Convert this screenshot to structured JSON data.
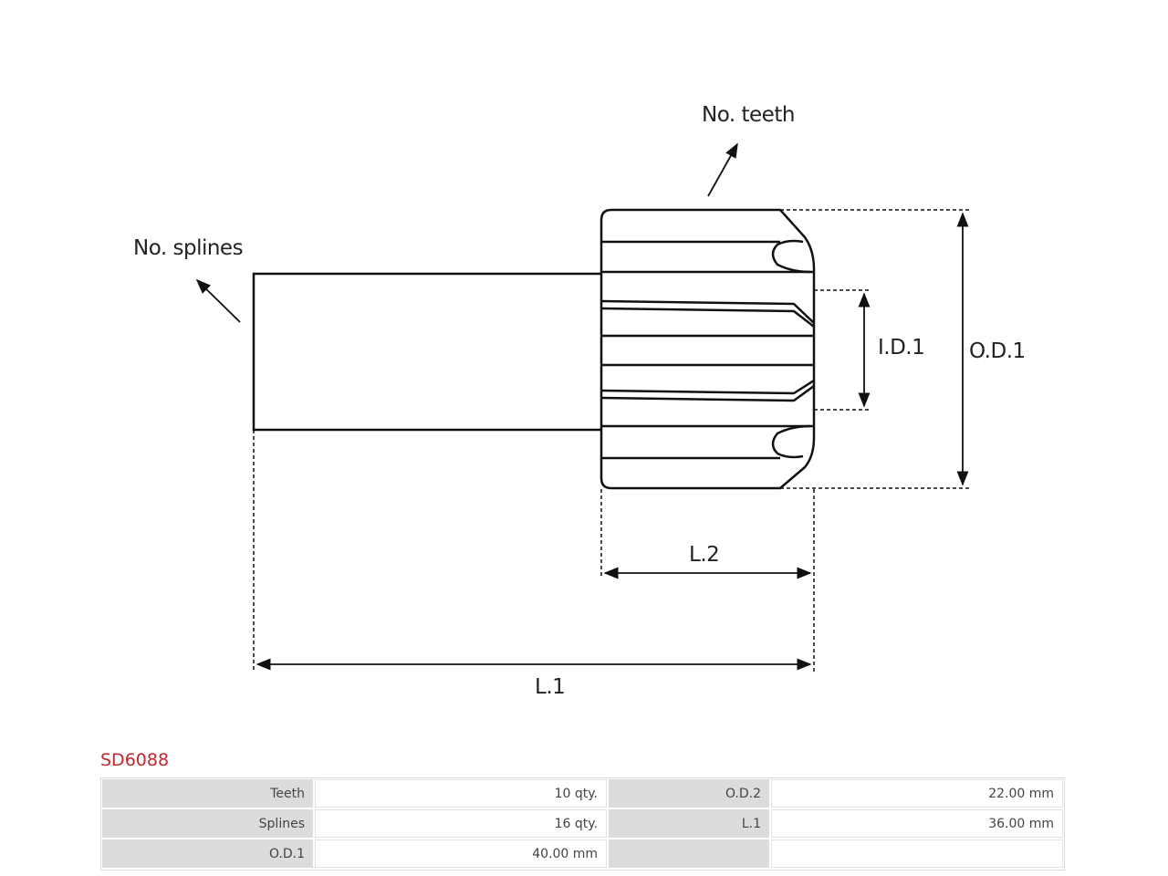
{
  "labels": {
    "no_teeth": "No. teeth",
    "no_splines": "No. splines",
    "id1": "I.D.1",
    "od1": "O.D.1",
    "l2": "L.2",
    "l1": "L.1"
  },
  "part_number": "SD6088",
  "specs": {
    "rows": [
      {
        "k1": "Teeth",
        "v1": "10 qty.",
        "k2": "O.D.2",
        "v2": "22.00 mm"
      },
      {
        "k1": "Splines",
        "v1": "16 qty.",
        "k2": "L.1",
        "v2": "36.00 mm"
      },
      {
        "k1": "O.D.1",
        "v1": "40.00 mm",
        "k2": "",
        "v2": ""
      }
    ]
  },
  "colors": {
    "part_number": "#c0282d",
    "line": "#111111",
    "key_cell": "#dcdcdc"
  }
}
